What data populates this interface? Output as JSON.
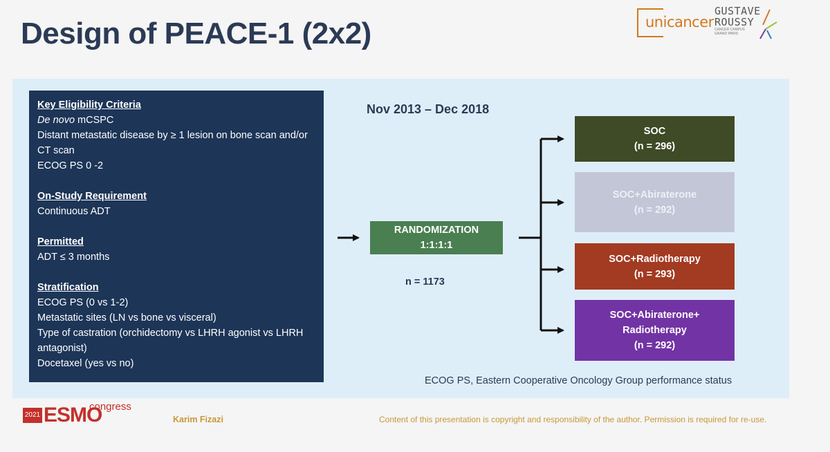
{
  "slide": {
    "title": "Design of PEACE-1 (2x2)",
    "logos": {
      "unicancer": "unicancer",
      "gustave_roussy_line1": "GUSTAVE",
      "gustave_roussy_line2": "ROUSSY",
      "gustave_roussy_line3": "CANCER CAMPUS",
      "gustave_roussy_line4": "GRAND PARIS"
    },
    "criteria": {
      "eligibility": {
        "heading": "Key Eligibility Criteria",
        "line1_italic": "De novo",
        "line1_rest": " mCSPC",
        "line2": "Distant metastatic disease by ≥ 1 lesion on bone scan and/or CT scan",
        "line3": "ECOG PS 0 -2"
      },
      "on_study": {
        "heading": "On-Study Requirement",
        "line1": "Continuous ADT"
      },
      "permitted": {
        "heading": "Permitted",
        "line1": "ADT ≤ 3 months"
      },
      "stratification": {
        "heading": "Stratification",
        "items": [
          "ECOG PS (0 vs 1-2)",
          "Metastatic sites (LN vs bone vs visceral)",
          "Type of castration (orchidectomy vs LHRH agonist vs LHRH antagonist)",
          "Docetaxel (yes vs no)"
        ]
      }
    },
    "period": "Nov 2013 – Dec 2018",
    "randomization": {
      "line1": "RANDOMIZATION",
      "line2": "1:1:1:1"
    },
    "n_total": "n = 1173",
    "arms": [
      {
        "line1": "SOC",
        "line2": "",
        "n": "(n = 296)",
        "color": "#3f4a26"
      },
      {
        "line1": "SOC+Abiraterone",
        "line2": "",
        "n": "(n = 292)",
        "color": "#c3c6d7"
      },
      {
        "line1": "SOC+Radiotherapy",
        "line2": "",
        "n": "(n = 293)",
        "color": "#a33a22"
      },
      {
        "line1": "SOC+Abiraterone+",
        "line2": "Radiotherapy",
        "n": "(n = 292)",
        "color": "#7233a4"
      }
    ],
    "footnote": "ECOG PS, Eastern Cooperative Oncology Group performance status",
    "footer": {
      "esmo_year": "2021",
      "esmo_name": "ESMO",
      "esmo_congress": "congress",
      "author": "Karim Fizazi",
      "copyright": "Content of this presentation is copyright and responsibility of the author. Permission is required for re-use."
    }
  }
}
